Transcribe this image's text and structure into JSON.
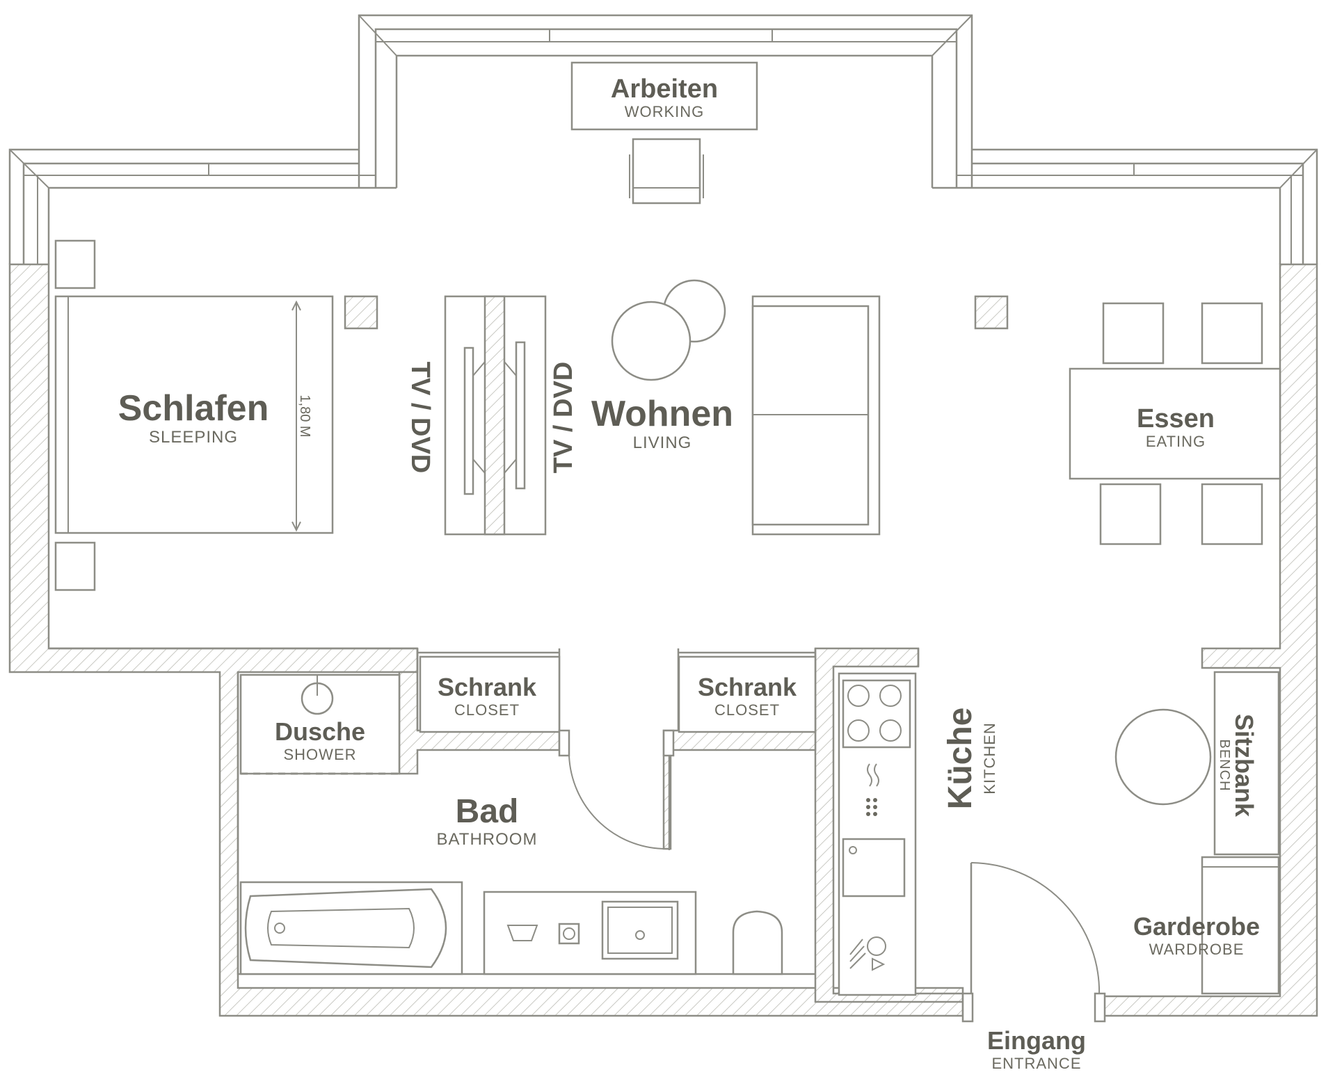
{
  "rooms": {
    "arbeiten": {
      "name": "Arbeiten",
      "sub": "WORKING"
    },
    "schlafen": {
      "name": "Schlafen",
      "sub": "SLEEPING"
    },
    "bed_dimension": "1,80 M",
    "tv_left": "TV / DVD",
    "tv_right": "TV / DVD",
    "wohnen": {
      "name": "Wohnen",
      "sub": "LIVING"
    },
    "essen": {
      "name": "Essen",
      "sub": "EATING"
    },
    "schrank_left": {
      "name": "Schrank",
      "sub": "CLOSET"
    },
    "schrank_right": {
      "name": "Schrank",
      "sub": "CLOSET"
    },
    "dusche": {
      "name": "Dusche",
      "sub": "SHOWER"
    },
    "bad": {
      "name": "Bad",
      "sub": "BATHROOM"
    },
    "kueche": {
      "name": "Küche",
      "sub": "KITCHEN"
    },
    "sitzbank": {
      "name": "Sitzbank",
      "sub": "BENCH"
    },
    "garderobe": {
      "name": "Garderobe",
      "sub": "WARDROBE"
    },
    "eingang": {
      "name": "Eingang",
      "sub": "ENTRANCE"
    }
  },
  "colors": {
    "line": "#8d8d86",
    "text": "#5e5d55",
    "background": "#ffffff"
  }
}
